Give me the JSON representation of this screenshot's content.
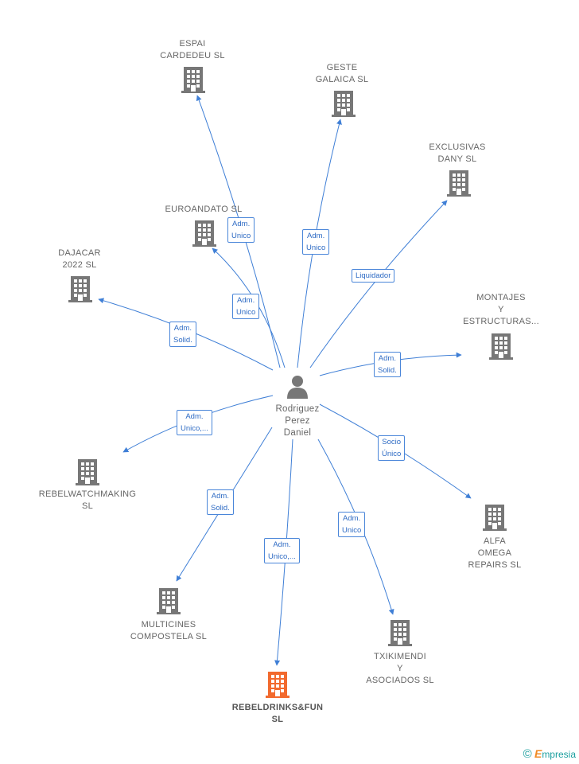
{
  "center": {
    "name": "Rodriguez\nPerez\nDaniel"
  },
  "companies": [
    {
      "id": "espai",
      "name": "ESPAI\nCARDEDEU  SL",
      "role": "Adm.\nUnico",
      "highlight": false
    },
    {
      "id": "geste",
      "name": "GESTE\nGALAICA  SL",
      "role": "Adm.\nUnico",
      "highlight": false
    },
    {
      "id": "exclusivas",
      "name": "EXCLUSIVAS\nDANY SL",
      "role": "Liquidador",
      "highlight": false
    },
    {
      "id": "euroandato",
      "name": "EUROANDATO SL",
      "role": "Adm.\nUnico",
      "highlight": false
    },
    {
      "id": "dajacar",
      "name": "DAJACAR\n2022  SL",
      "role": "Adm.\nSolid.",
      "highlight": false
    },
    {
      "id": "montajes",
      "name": "MONTAJES\nY\nESTRUCTURAS...",
      "role": "Adm.\nSolid.",
      "highlight": false
    },
    {
      "id": "rebelwatch",
      "name": "REBELWATCHMAKING\nSL",
      "role": "Adm.\nUnico,...",
      "highlight": false
    },
    {
      "id": "alfa",
      "name": "ALFA\nOMEGA\nREPAIRS  SL",
      "role": "Socio\nÚnico",
      "highlight": false
    },
    {
      "id": "multicines",
      "name": "MULTICINES\nCOMPOSTELA SL",
      "role": "Adm.\nSolid.",
      "highlight": false
    },
    {
      "id": "txikimendi",
      "name": "TXIKIMENDI\nY\nASOCIADOS SL",
      "role": "Adm.\nUnico",
      "highlight": false
    },
    {
      "id": "rebeldrinks",
      "name": "REBELDRINKS&FUN\nSL",
      "role": "Adm.\nUnico,...",
      "highlight": true
    }
  ],
  "colors": {
    "edge": "#3f7fd6",
    "building": "#777777",
    "building_highlight": "#f26a2e",
    "person": "#777777"
  },
  "brand": {
    "copyright": "©",
    "name": "mpresia",
    "initial": "E"
  }
}
